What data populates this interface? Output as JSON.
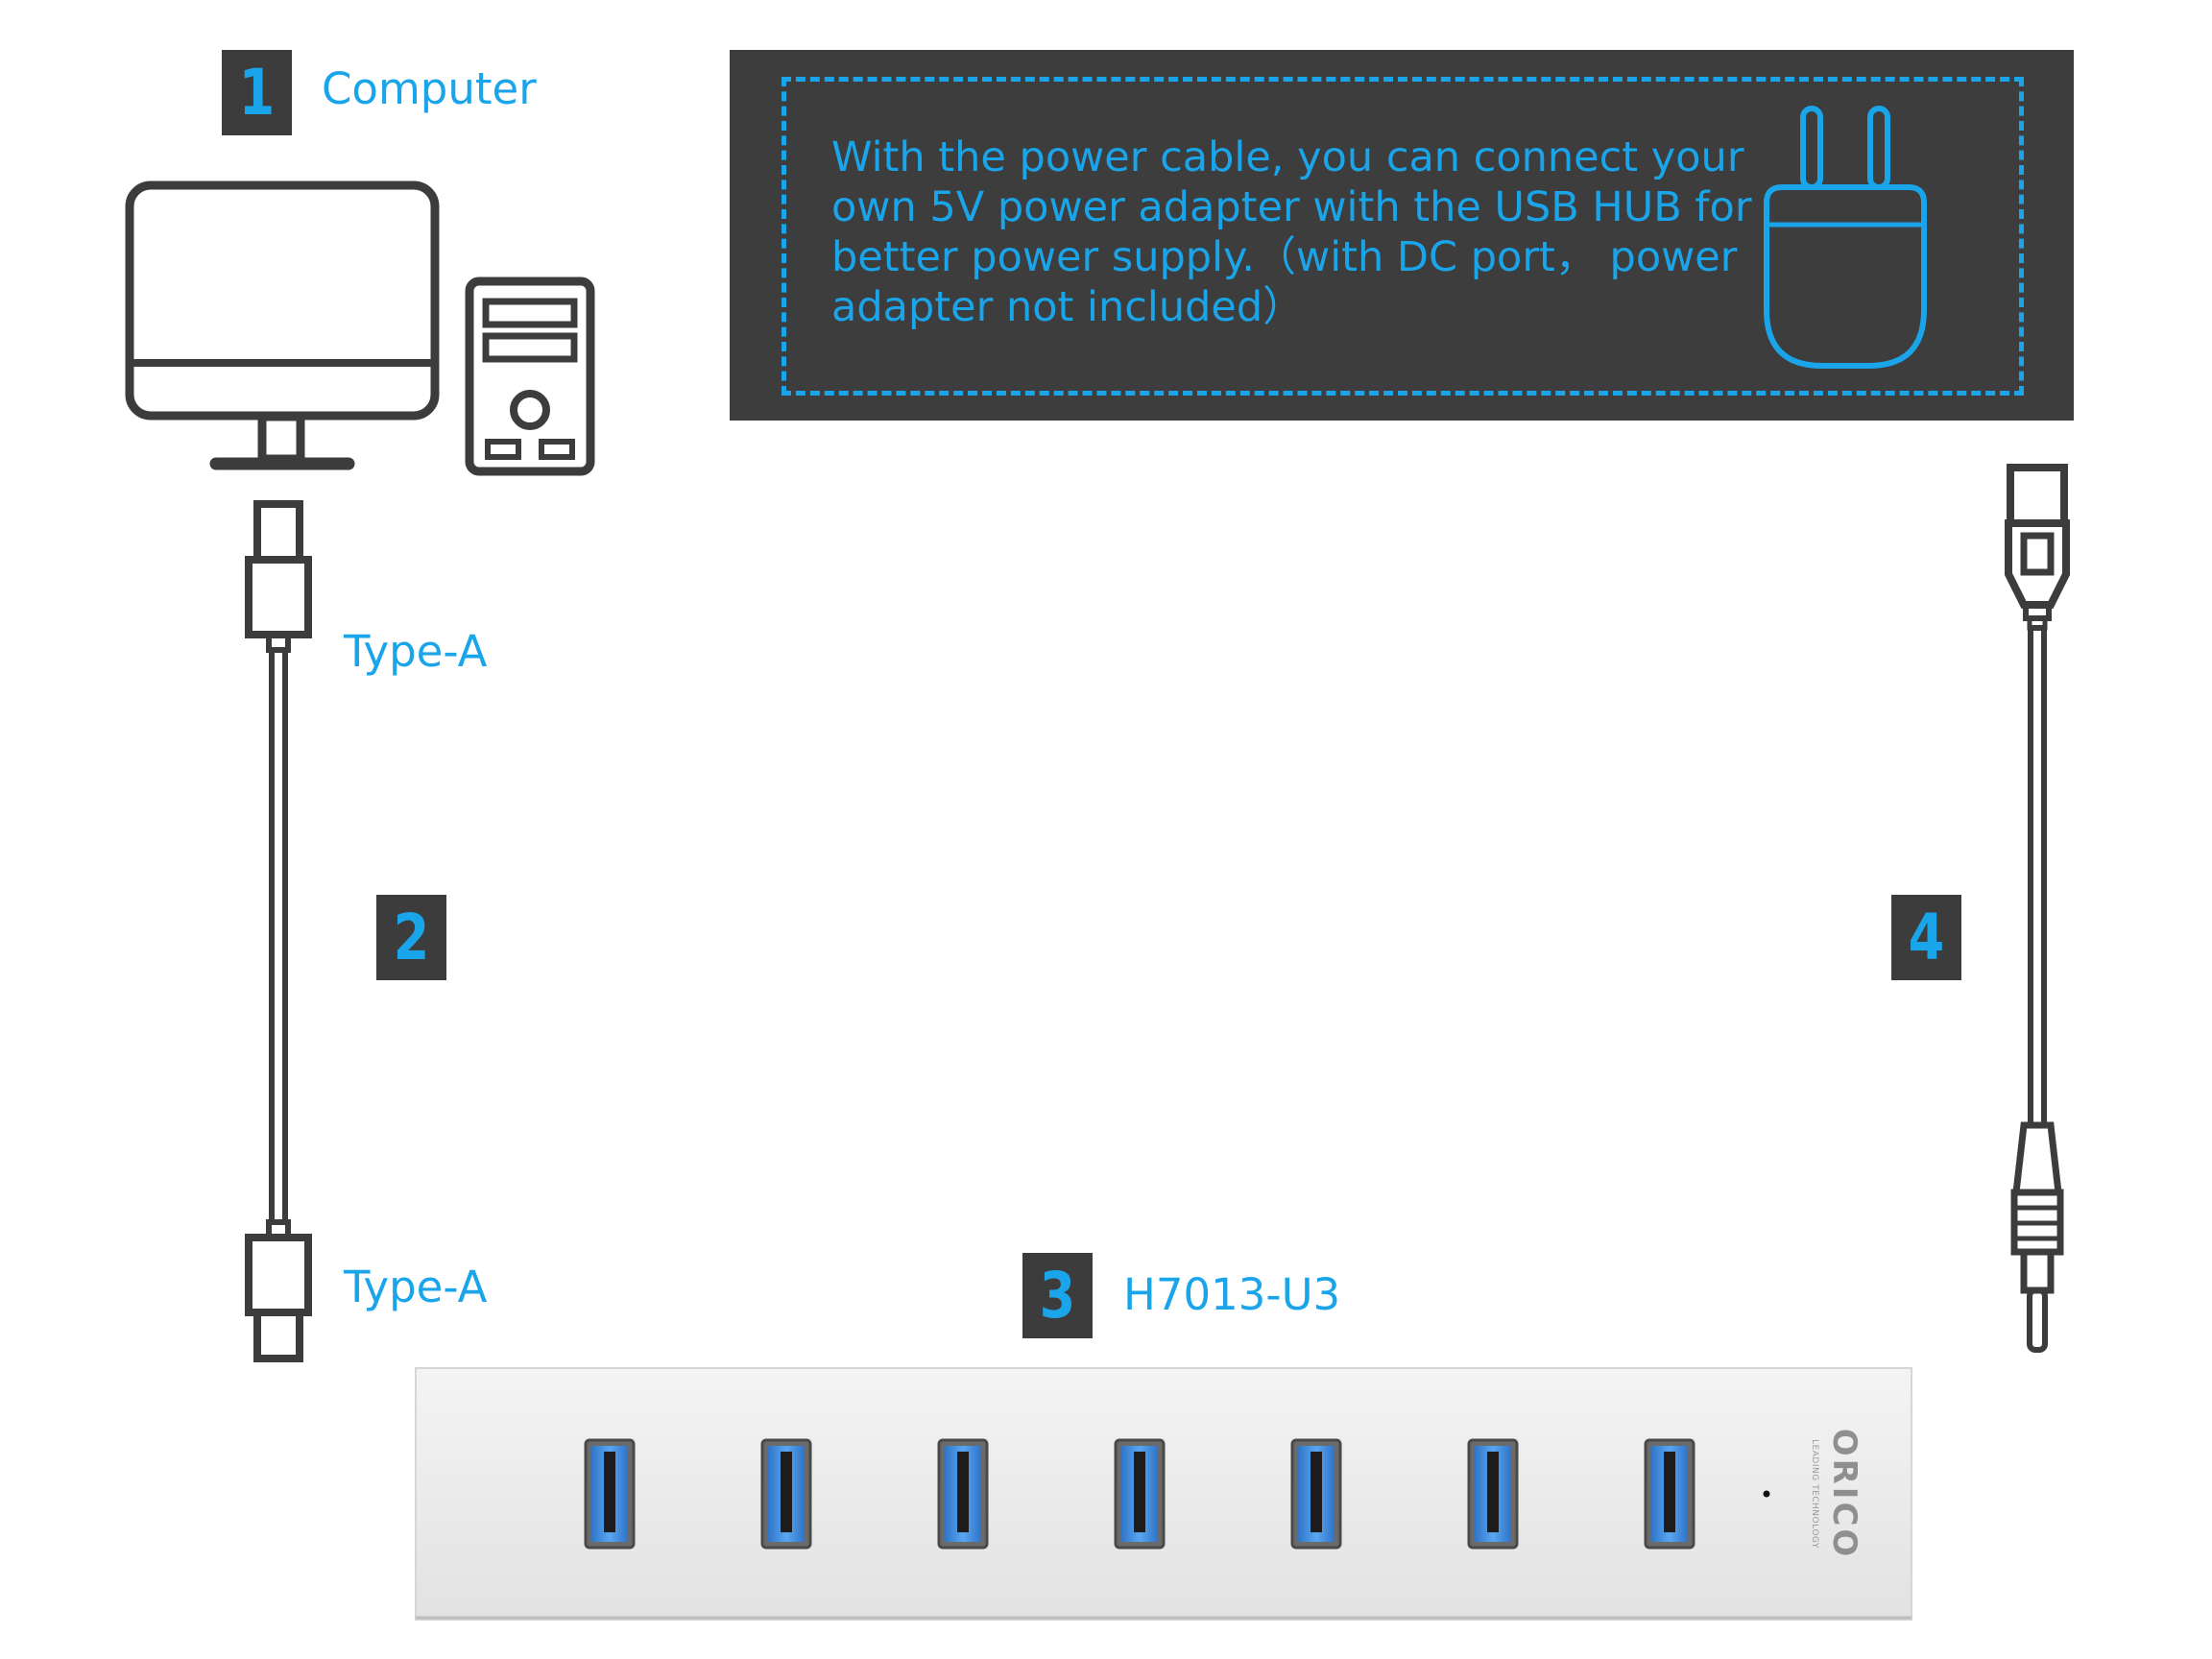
{
  "steps": [
    {
      "number": "1",
      "label": "Computer"
    },
    {
      "number": "2",
      "label": ""
    },
    {
      "number": "3",
      "label": "H7013-U3"
    },
    {
      "number": "4",
      "label": ""
    }
  ],
  "connectors": {
    "top_label": "Type-A",
    "bottom_label": "Type-A"
  },
  "notice": {
    "lines": [
      "With the power cable, you can connect your",
      "own 5V power adapter with the USB HUB for",
      "better power supply.（with DC port，  power",
      " adapter not included）"
    ]
  },
  "hub": {
    "brand": "ORICO",
    "brand_tagline": "LEADING TECHNOLOGY",
    "port_count": 7
  },
  "colors": {
    "accent": "#1aa5ea",
    "dark": "#3c3c3c",
    "hub_body": "#ececec",
    "port_blue": "#3b8fe0"
  },
  "icons": [
    "monitor-icon",
    "pc-tower-icon",
    "usb-a-plug-icon",
    "dc-plug-icon",
    "power-adapter-icon"
  ]
}
